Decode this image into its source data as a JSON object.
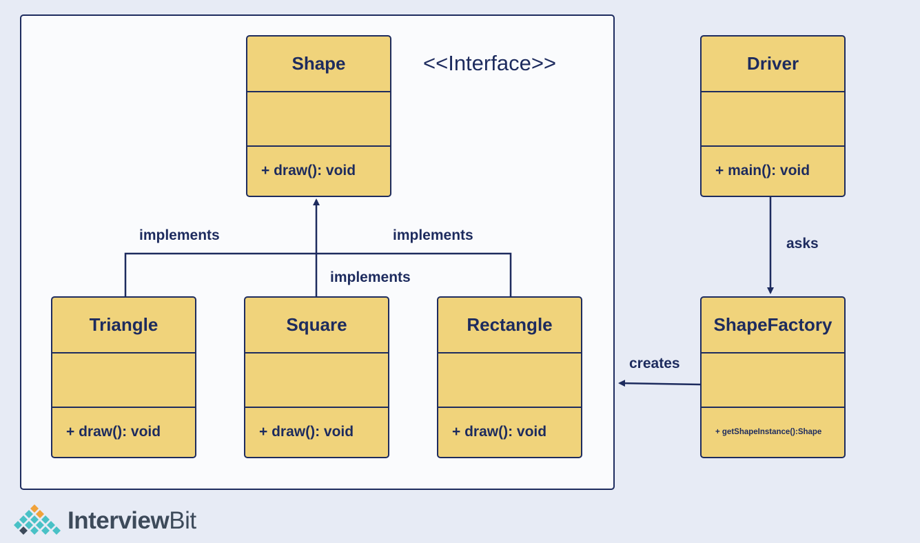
{
  "stereotype": "<<Interface>>",
  "classes": {
    "shape": {
      "name": "Shape",
      "operation": "+ draw(): void"
    },
    "driver": {
      "name": "Driver",
      "operation": "+ main(): void"
    },
    "triangle": {
      "name": "Triangle",
      "operation": "+ draw(): void"
    },
    "square": {
      "name": "Square",
      "operation": "+ draw(): void"
    },
    "rectangle": {
      "name": "Rectangle",
      "operation": "+ draw(): void"
    },
    "shapefactory": {
      "name": "ShapeFactory",
      "operation": "+ getShapeInstance():Shape"
    }
  },
  "relations": {
    "implements_left": "implements",
    "implements_right": "implements",
    "implements_center": "implements",
    "asks": "asks",
    "creates": "creates"
  },
  "logo": {
    "bold": "Interview",
    "light": "Bit"
  },
  "colors": {
    "background": "#e7ebf5",
    "class_fill": "#f0d37b",
    "ink": "#1d2b5e",
    "logo_teal": "#49c1c6",
    "logo_text": "#3d4a5a"
  }
}
